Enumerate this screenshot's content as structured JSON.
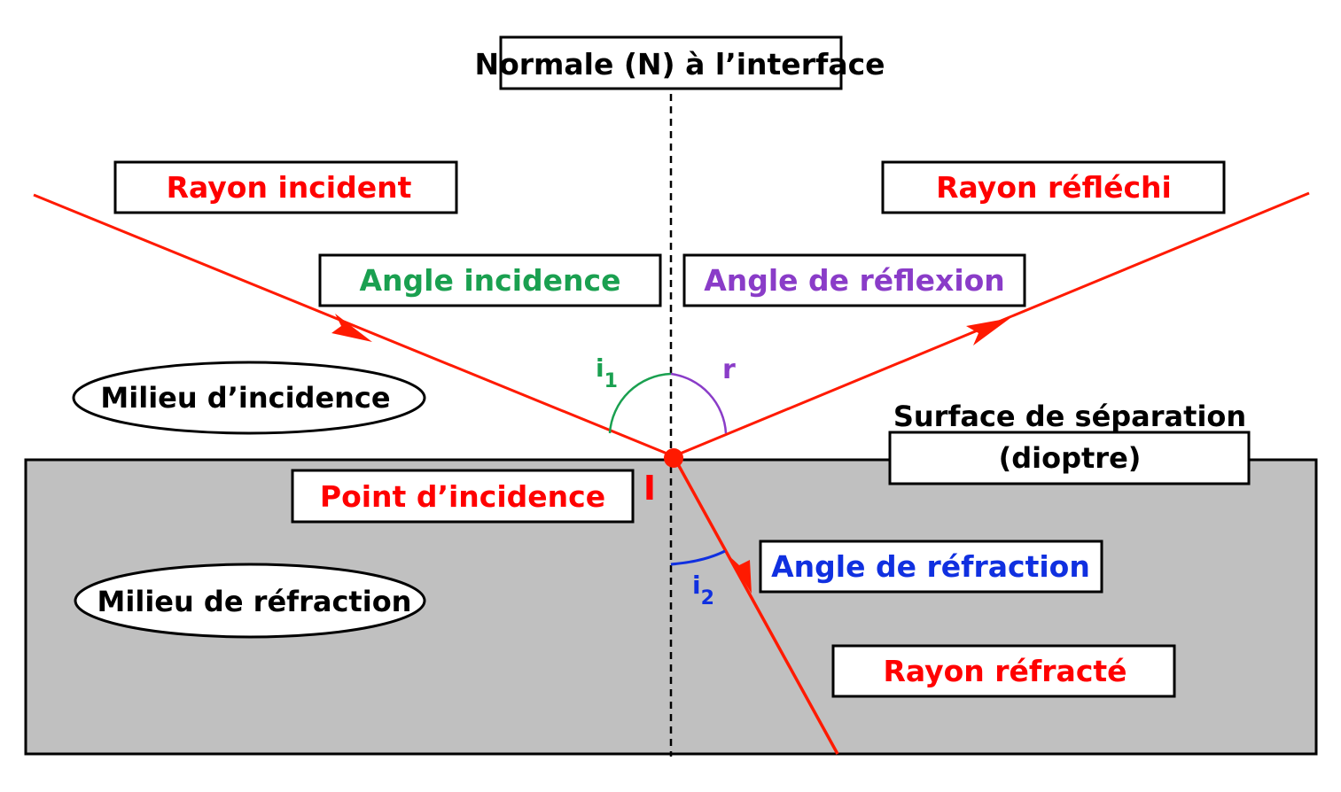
{
  "colors": {
    "ray": "#ff1a00",
    "medium2": "#c0c0c0",
    "incidence_angle": "#1aa050",
    "reflection_angle": "#8a3cc8",
    "refraction_angle": "#1030e0",
    "text_black": "#000000",
    "text_red": "#ff0000"
  },
  "labels": {
    "normal": "Normale (N) à l’interface",
    "incident_ray": "Rayon incident",
    "reflected_ray": "Rayon réfléchi",
    "incidence_angle": "Angle incidence",
    "reflection_angle": "Angle de réflexion",
    "incidence_medium": "Milieu d’incidence",
    "separation_surface_line1": "Surface de séparation",
    "separation_surface_line2": "(dioptre)",
    "incidence_point": "Point d’incidence",
    "point_letter": "I",
    "refraction_angle": "Angle de réfraction",
    "refraction_medium": "Milieu de réfraction",
    "refracted_ray": "Rayon réfracté"
  },
  "symbols": {
    "i1_base": "i",
    "i1_sub": "1",
    "r": "r",
    "i2_base": "i",
    "i2_sub": "2"
  }
}
